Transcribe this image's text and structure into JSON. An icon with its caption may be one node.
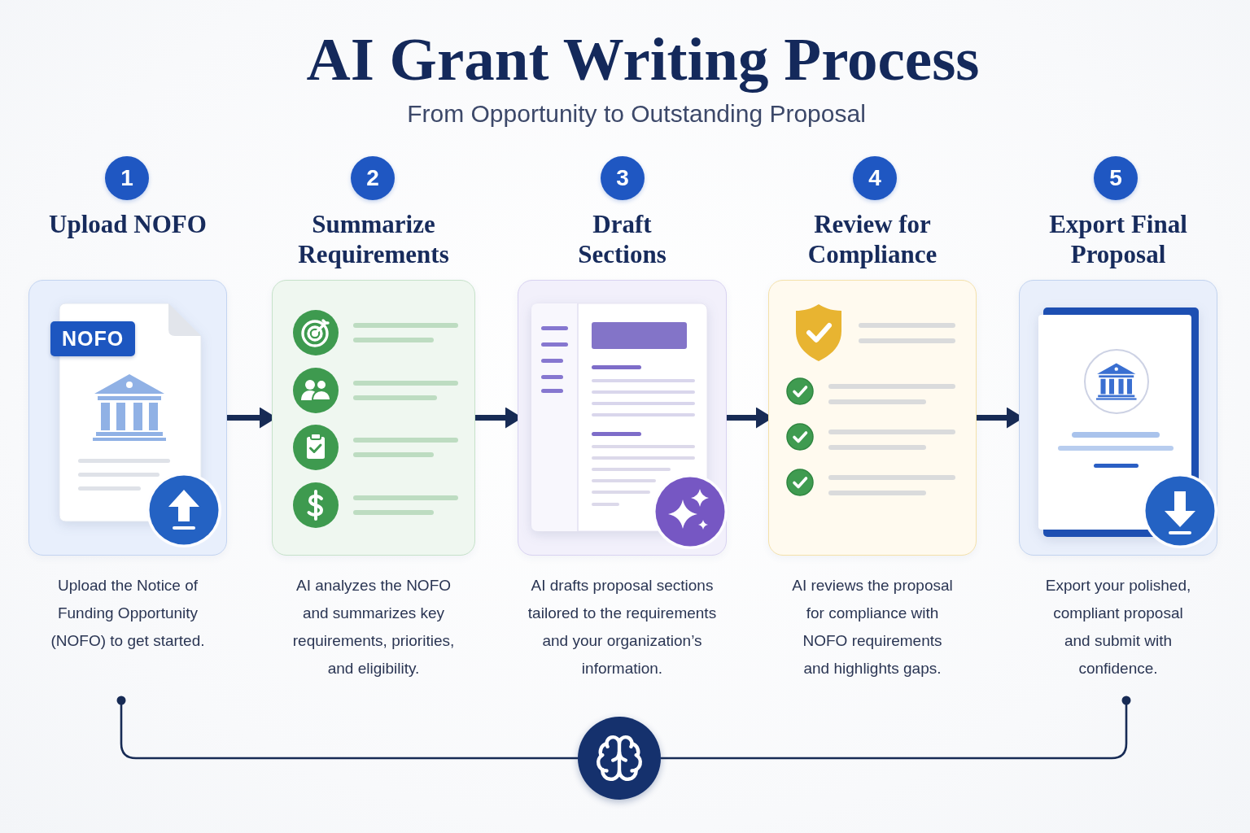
{
  "diagram": {
    "title": "AI Grant Writing Process",
    "nodes": [
      {
        "text": [
          "1"
        ]
      },
      {
        "text": [
          "Upload NOFO"
        ],
        "beside": [
          "Upload the Notice of Funding Opportunity (NOFO) to get started."
        ]
      },
      {
        "text": [
          "NOFO"
        ],
        "in": 1
      },
      {
        "text": [
          "2"
        ]
      },
      {
        "text": [
          "Summarize Requirements"
        ],
        "beside": [
          "AI analyzes the NOFO and summarizes key requirements, priorities, and eligibility."
        ]
      },
      {
        "text": [
          "3"
        ]
      },
      {
        "text": [
          "Draft Sections"
        ],
        "beside": [
          "AI drafts proposal sections tailored to the requirements and your organization’s information."
        ]
      },
      {
        "text": [
          "4"
        ]
      },
      {
        "text": [
          "Review for Compliance"
        ],
        "beside": [
          "AI reviews the proposal for compliance with NOFO requirements and highlights gaps."
        ]
      },
      {
        "text": [
          "5"
        ]
      },
      {
        "text": [
          "Export Final Proposal"
        ],
        "beside": [
          "Export your polished, compliant proposal and submit with confidence."
        ]
      },
      {
        "text": [],
        "shape": "circle"
      }
    ],
    "edges": [
      {
        "from": 1,
        "to": 4,
        "arrow": "to"
      },
      {
        "from": 4,
        "to": 6,
        "arrow": "to"
      },
      {
        "from": 6,
        "to": 8,
        "arrow": "to"
      },
      {
        "from": 8,
        "to": 10,
        "arrow": "to"
      },
      {
        "from": 1,
        "to": 11,
        "arrow": "other"
      },
      {
        "from": 10,
        "to": 11,
        "arrow": "other"
      }
    ],
    "labels": [
      "From Opportunity to Outstanding Proposal"
    ]
  }
}
